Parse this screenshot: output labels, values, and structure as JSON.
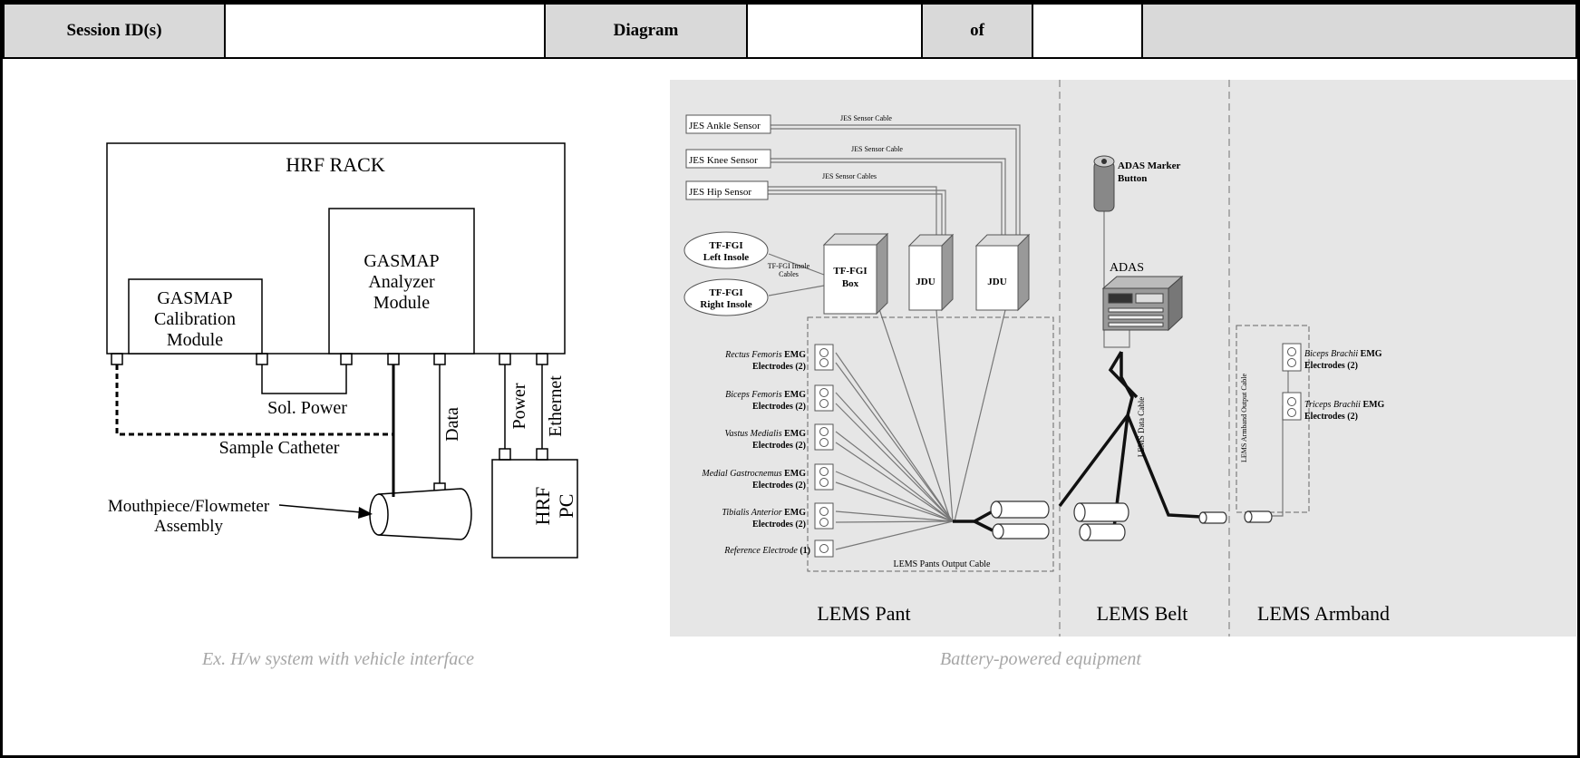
{
  "header": {
    "session_label": "Session ID(s)",
    "session_value": "",
    "diagram_label": "Diagram",
    "diagram_number": "",
    "of_label": "of",
    "diagram_total": "",
    "extra": ""
  },
  "left_diagram": {
    "rack_label": "HRF RACK",
    "analyzer": [
      "GASMAP",
      "Analyzer",
      "Module"
    ],
    "calibration": [
      "GASMAP",
      "Calibration",
      "Module"
    ],
    "sol_power": "Sol. Power",
    "sample_catheter": "Sample Catheter",
    "data": "Data",
    "power": "Power",
    "ethernet": "Ethernet",
    "mouthpiece": [
      "Mouthpiece/Flowmeter",
      "Assembly"
    ],
    "pc": [
      "HRF",
      "PC"
    ],
    "caption": "Ex. H/w system with vehicle interface"
  },
  "right_diagram": {
    "jes_sensors": [
      "JES Ankle Sensor",
      "JES Knee Sensor",
      "JES Hip Sensor"
    ],
    "jes_cables": [
      "JES Sensor Cable",
      "JES Sensor Cable",
      "JES Sensor Cables"
    ],
    "insoles": [
      [
        "TF-FGI",
        "Left Insole"
      ],
      [
        "TF-FGI",
        "Right Insole"
      ]
    ],
    "insole_cables": [
      "TF-FGI Insole",
      "Cables"
    ],
    "fgi_box": [
      "TF-FGI",
      "Box"
    ],
    "jdu": [
      "JDU",
      "JDU"
    ],
    "adas_marker": [
      "ADAS Marker",
      "Button"
    ],
    "adas": "ADAS",
    "emg_pant": [
      {
        "muscle": "Rectus Femoris",
        "suffix": "EMG",
        "line2": "Electrodes (2)"
      },
      {
        "muscle": "Biceps Femoris",
        "suffix": "EMG",
        "line2": "Electrodes (2)"
      },
      {
        "muscle": "Vastus Medialis",
        "suffix": "EMG",
        "line2": "Electrodes (2)"
      },
      {
        "muscle": "Medial Gastrocnemus",
        "suffix": "EMG",
        "line2": "Electrodes (2)"
      },
      {
        "muscle": "Tibialis Anterior",
        "suffix": "EMG",
        "line2": "Electrodes (2)"
      }
    ],
    "reference_electrode": [
      "Reference Electrode",
      "(1)"
    ],
    "pants_output_cable": "LEMS Pants Output Cable",
    "data_cable": "LEMS Data Cable",
    "armband_output_cable": "LEMS Armband Output Cable",
    "emg_arm": [
      {
        "muscle": "Biceps Brachii",
        "suffix": "EMG",
        "line2": "Electrodes (2)"
      },
      {
        "muscle": "Triceps Brachii",
        "suffix": "EMG",
        "line2": "Electrodes (2)"
      }
    ],
    "sections": [
      "LEMS Pant",
      "LEMS Belt",
      "LEMS Armband"
    ],
    "caption": "Battery-powered equipment"
  }
}
